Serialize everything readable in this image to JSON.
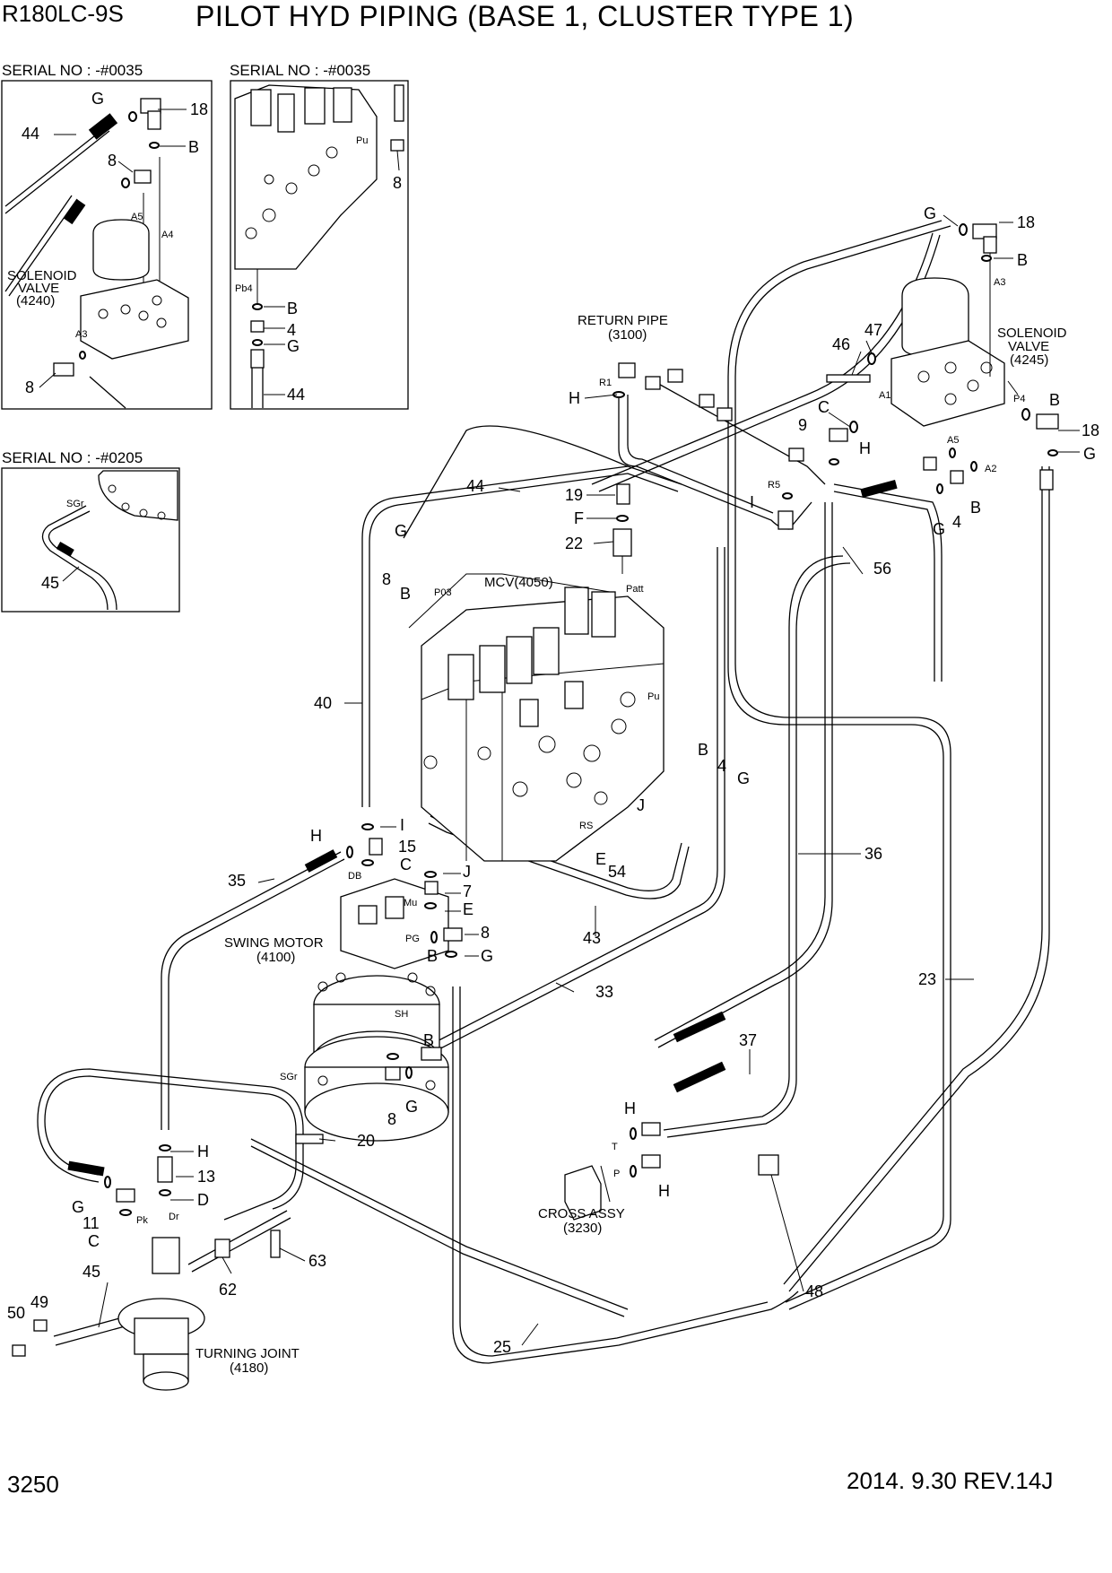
{
  "header": {
    "model": "R180LC-9S",
    "title": "PILOT HYD PIPING (BASE 1, CLUSTER TYPE 1)"
  },
  "footer": {
    "page_number": "3250",
    "revision": "2014. 9.30  REV.14J"
  },
  "insets": {
    "inset1": {
      "serial": "SERIAL NO : -#0035",
      "component_caption": [
        "SOLENOID",
        "VALVE",
        "(4240)"
      ],
      "port_labels": [
        "A5",
        "A4",
        "A3"
      ],
      "callouts": [
        "G",
        "18",
        "B",
        "44",
        "8",
        "8"
      ]
    },
    "inset2": {
      "serial": "SERIAL NO : -#0035",
      "port_labels": [
        "Pu",
        "Pb4"
      ],
      "callouts": [
        "8",
        "B",
        "4",
        "G",
        "44"
      ]
    },
    "inset3": {
      "serial": "SERIAL NO : -#0205",
      "port_labels": [
        "SGr"
      ],
      "callouts": [
        "45"
      ]
    }
  },
  "components": {
    "return_pipe": [
      "RETURN PIPE",
      "(3100)"
    ],
    "solenoid_valve": [
      "SOLENOID",
      "VALVE",
      "(4245)"
    ],
    "mcv": "MCV(4050)",
    "swing_motor": [
      "SWING MOTOR",
      "(4100)"
    ],
    "cross_assy": [
      "CROSS ASSY",
      "(3230)"
    ],
    "turning_joint": [
      "TURNING JOINT",
      "(4180)"
    ]
  },
  "port_labels": [
    "R1",
    "R5",
    "A3",
    "A1",
    "P4",
    "A5",
    "A2",
    "P03",
    "Patt",
    "Pu",
    "RS",
    "DB",
    "Mu",
    "PG",
    "SH",
    "SGr",
    "T",
    "P",
    "Pk",
    "Dr"
  ],
  "callouts": {
    "upper_right": [
      "G",
      "18",
      "B",
      "47",
      "46",
      "C",
      "9",
      "H",
      "B",
      "18",
      "G",
      "G",
      "4",
      "B",
      "I",
      "56"
    ],
    "return_area": [
      "H",
      "44",
      "19",
      "F",
      "22",
      "G",
      "8",
      "B",
      "40"
    ],
    "mcv_area": [
      "B",
      "4",
      "G",
      "J",
      "I",
      "15",
      "H",
      "C",
      "35",
      "E",
      "54",
      "J",
      "7",
      "E",
      "8",
      "G",
      "B",
      "43",
      "36",
      "33",
      "23"
    ],
    "lower_area": [
      "B",
      "G",
      "8",
      "20",
      "37",
      "H",
      "H",
      "H",
      "13",
      "D",
      "G",
      "11",
      "C",
      "45",
      "62",
      "63",
      "50",
      "49",
      "48",
      "25"
    ]
  }
}
